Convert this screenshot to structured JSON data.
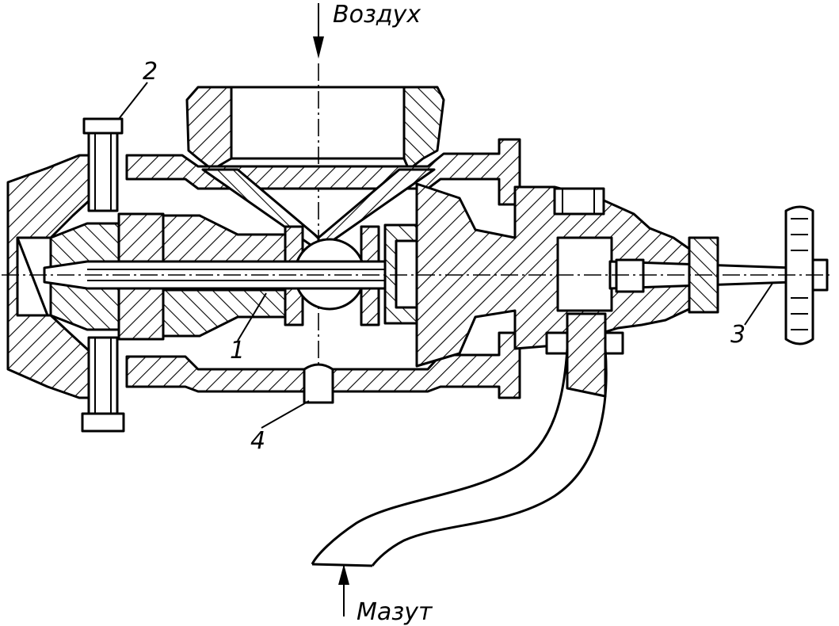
{
  "labels": {
    "air": "Воздух",
    "fuel_oil": "Мазут",
    "part_1": "1",
    "part_2": "2",
    "part_3": "3",
    "part_4": "4"
  }
}
